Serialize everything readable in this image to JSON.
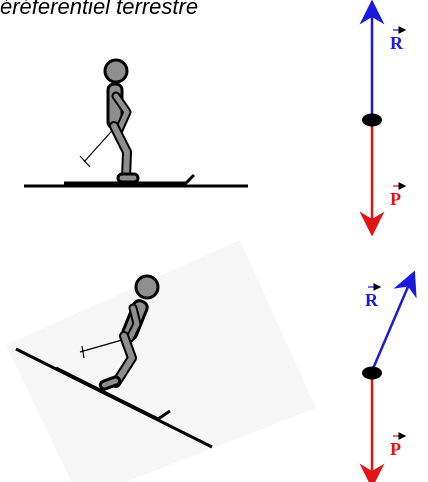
{
  "title": "éréferentiel terrestre",
  "vectors": {
    "reaction_label": "R",
    "weight_label": "P"
  },
  "colors": {
    "reaction": "#1a1adf",
    "weight": "#e01515",
    "skier_fill": "#8e8e8e",
    "outline": "#000000"
  }
}
